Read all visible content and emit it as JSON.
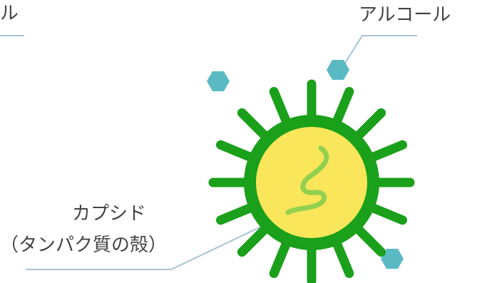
{
  "labels": {
    "top_left": "ル",
    "top_right": "アルコール",
    "capsid_line1": "カプシド",
    "capsid_line2": "（タンパク質の殻）"
  },
  "colors": {
    "spike": "#1aa01a",
    "outer": "#1aa01a",
    "inner": "#fae65a",
    "rna": "#92d050",
    "hexagon": "#5abac4",
    "leader": "#a9c4d2",
    "text": "#444444"
  },
  "icons": {
    "virus": "virus-icon",
    "molecule": "hexagon-icon"
  }
}
